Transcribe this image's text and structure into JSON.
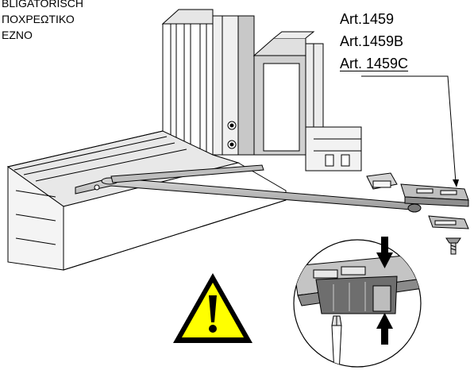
{
  "warning_lines": [
    "BLIGATORISCH",
    "ΠΟΧΡΕΩΤΙΚΟ",
    "EZNO"
  ],
  "article_labels": [
    "Art.1459",
    "Art.1459B",
    "Art. 1459C"
  ],
  "icons": [
    "warning-triangle-icon",
    "screwdriver-icon",
    "screw-icon",
    "arrow-down-icon",
    "arrow-up-icon"
  ],
  "colors": {
    "warning_fill": "#ffff00",
    "line": "#000000",
    "part_gray": "#b8b8b8"
  }
}
